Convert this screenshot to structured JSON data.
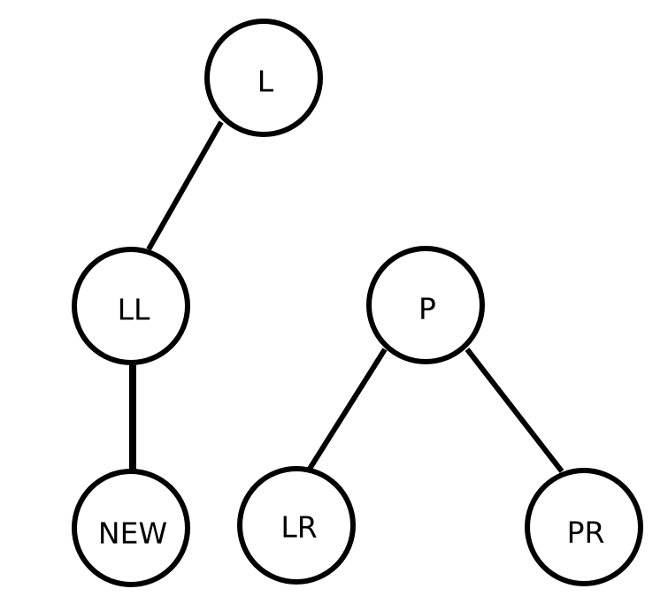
{
  "diagram": {
    "nodes": {
      "l": "L",
      "ll": "LL",
      "p": "P",
      "new": "NEW",
      "lr": "LR",
      "pr": "PR"
    },
    "edges": [
      [
        "L",
        "LL"
      ],
      [
        "LL",
        "NEW"
      ],
      [
        "P",
        "LR"
      ],
      [
        "P",
        "PR"
      ]
    ]
  },
  "colors": {
    "stroke": "#000000",
    "fill": "#ffffff"
  }
}
